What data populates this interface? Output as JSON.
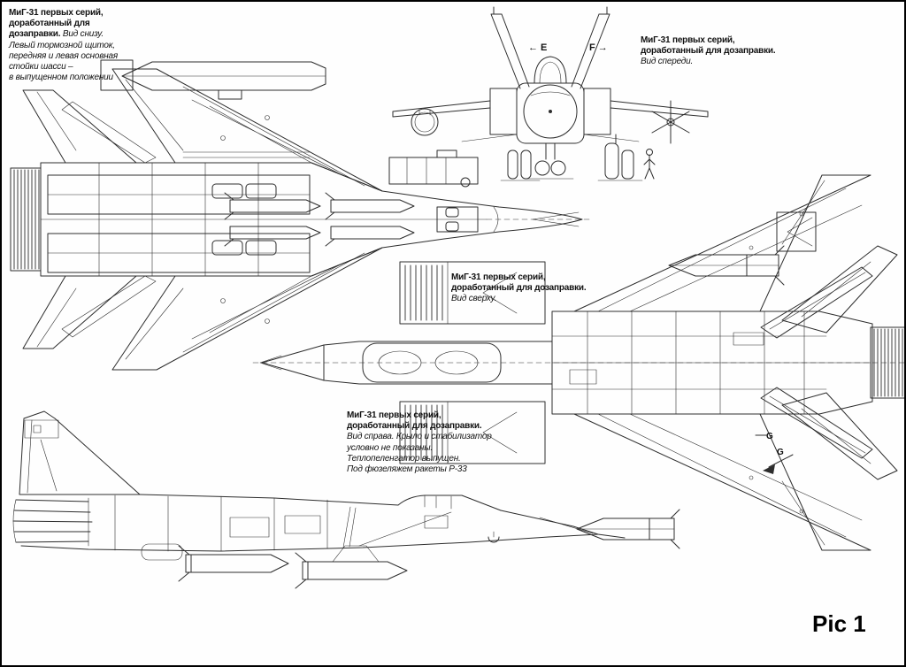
{
  "page": {
    "figure_label": "Pic 1"
  },
  "colors": {
    "paper": "#fefefe",
    "ink": "#2d2d2d",
    "text": "#101010",
    "border": "#000000"
  },
  "captions": {
    "bottom_view": {
      "bold1": "МиГ-31 первых серий,",
      "bold2": "доработанный для",
      "bold3": "дозаправки.",
      "view_note": "Вид снизу.",
      "it1": "Левый тормозной щиток,",
      "it2": "передняя и левая основная",
      "it3": "стойки шасси –",
      "it4": "в выпущенном положении"
    },
    "front_view": {
      "bold1": "МиГ-31 первых серий,",
      "bold2": "доработанный для дозаправки.",
      "view_note": "Вид спереди."
    },
    "top_view": {
      "bold1": "МиГ-31 первых серий,",
      "bold2": "доработанный для дозаправки.",
      "view_note": "Вид сверху."
    },
    "side_view": {
      "bold1": "МиГ-31 первых серий,",
      "bold2": "доработанный для дозаправки.",
      "it1": "Вид справа. Крыло и стабилизатор",
      "it2": "условно не показаны.",
      "it3": "Теплопеленгатор выпущен.",
      "it4": "Под фюзеляжем ракеты Р-33"
    }
  },
  "markers": {
    "e": "E",
    "f": "F",
    "g_upper": "G",
    "g_lower": "G"
  },
  "icons": {
    "arrow_left": "←",
    "arrow_right": "→"
  }
}
